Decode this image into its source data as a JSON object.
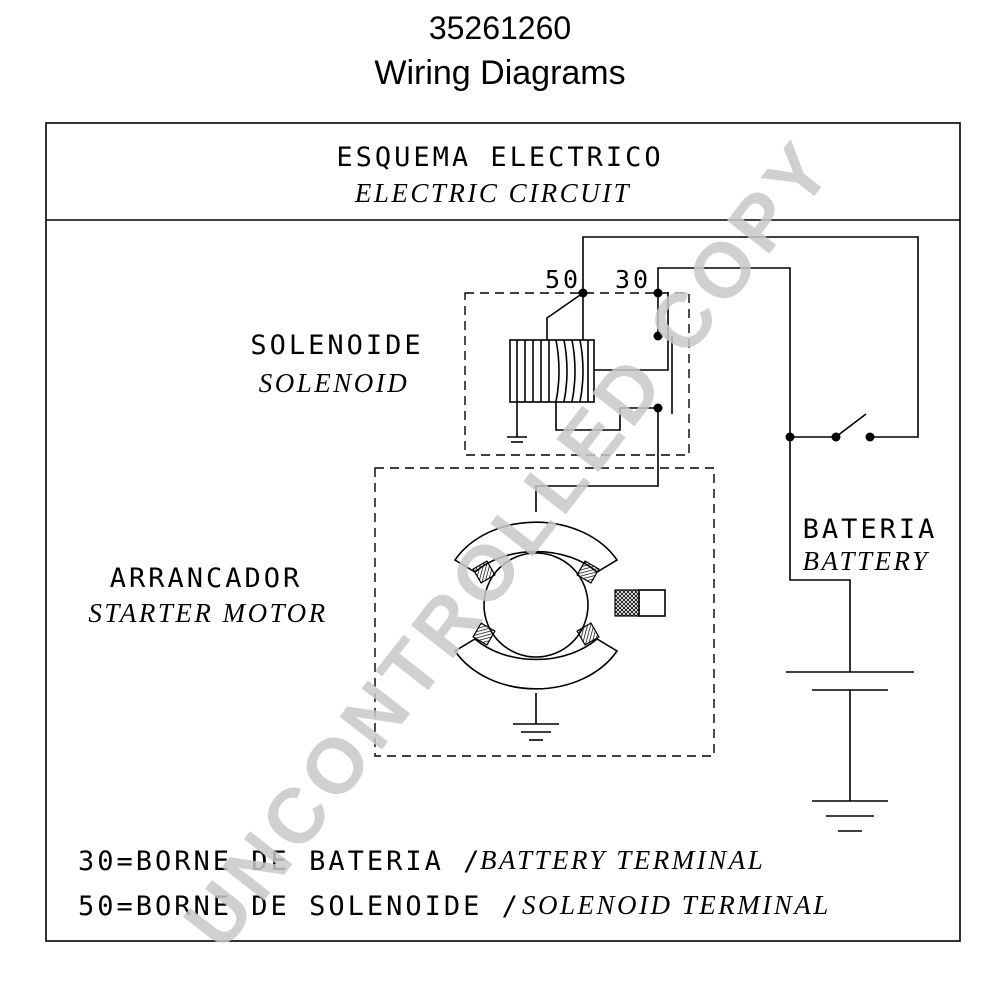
{
  "header": {
    "part_number": "35261260",
    "title": "Wiring Diagrams"
  },
  "box_title": {
    "spanish": "ESQUEMA ELECTRICO",
    "english": "ELECTRIC CIRCUIT"
  },
  "terminals": {
    "t50": "50",
    "t30": "30"
  },
  "components": {
    "solenoid_es": "SOLENOIDE",
    "solenoid_en": "SOLENOID",
    "starter_es": "ARRANCADOR",
    "starter_en": "STARTER MOTOR",
    "battery_es": "BATERIA",
    "battery_en": "BATTERY"
  },
  "legend": {
    "line1_es": "30=BORNE DE BATERIA /",
    "line1_en": "BATTERY TERMINAL",
    "line2_es": "50=BORNE DE SOLENOIDE /",
    "line2_en": "SOLENOID TERMINAL"
  },
  "watermark": "UNCONTROLLED COPY",
  "colors": {
    "line": "#000000",
    "watermark": "#c8c8c8",
    "background": "#ffffff"
  }
}
